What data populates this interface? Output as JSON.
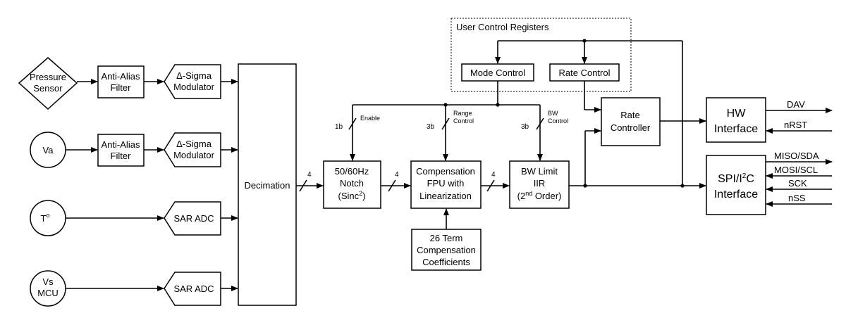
{
  "inputs": {
    "pressure": [
      "Pressure",
      "Sensor"
    ],
    "va": "Va",
    "temp": "T",
    "temp_sup": "o",
    "vs": [
      "Vs",
      "MCU"
    ]
  },
  "blocks": {
    "aa1": [
      "Anti-Alias",
      "Filter"
    ],
    "aa2": [
      "Anti-Alias",
      "Filter"
    ],
    "mod1": [
      "Δ-Sigma",
      "Modulator"
    ],
    "mod2": [
      "Δ-Sigma",
      "Modulator"
    ],
    "sar1": "SAR ADC",
    "sar2": "SAR ADC",
    "decimation": "Decimation",
    "notch": [
      "50/60Hz",
      "Notch",
      "(Sinc",
      "2",
      ")"
    ],
    "comp": [
      "Compensation",
      "FPU with",
      "Linearization"
    ],
    "coef": [
      "26 Term",
      "Compensation",
      "Coefficients"
    ],
    "bw": [
      "BW Limit",
      "IIR",
      "(2",
      "nd",
      " Order)"
    ],
    "ucr": "User Control Registers",
    "mode": "Mode Control",
    "rate": "Rate Control",
    "ratectl": [
      "Rate",
      "Controller"
    ],
    "hw": [
      "HW",
      "Interface"
    ],
    "spi_pre": "SPI/I",
    "spi_sup": "2",
    "spi_post": "C",
    "spi_line2": "Interface"
  },
  "buses": {
    "w1": "4",
    "w2": "4",
    "w3": "4",
    "enable_bits": "1b",
    "enable_label": "Enable",
    "range_bits": "3b",
    "range_label": [
      "Range",
      "Control"
    ],
    "bw_bits": "3b",
    "bw_label": [
      "BW",
      "Control"
    ]
  },
  "signals": {
    "dav": "DAV",
    "nrst": "nRST",
    "miso": "MISO/SDA",
    "mosi": "MOSI/SCL",
    "sck": "SCK",
    "nss": "nSS"
  }
}
